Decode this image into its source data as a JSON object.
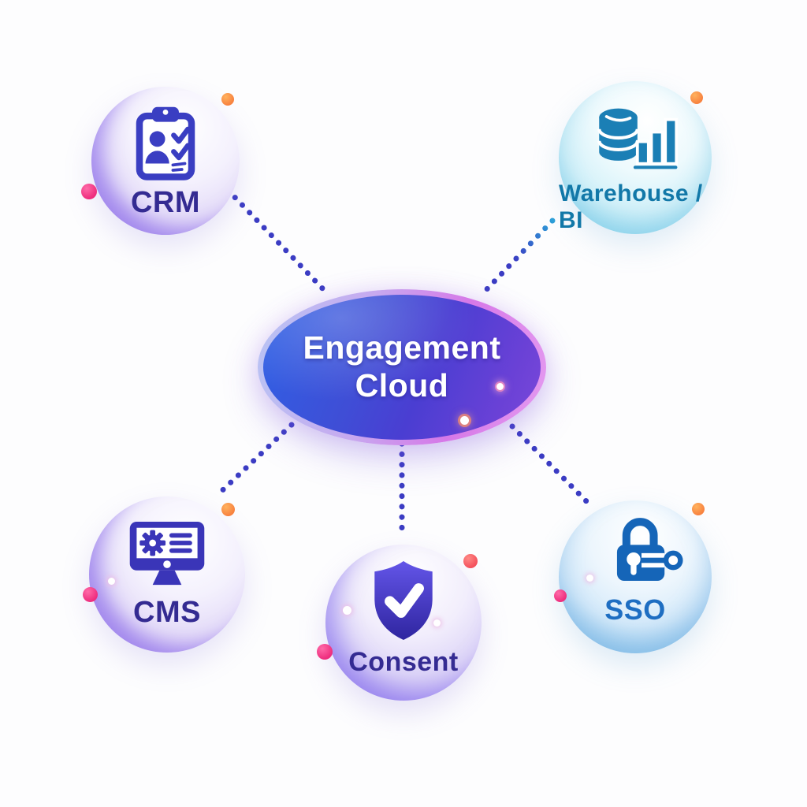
{
  "title": "Engagement Cloud integration diagram",
  "center": {
    "id": "engagement-cloud",
    "line1": "Engagement",
    "line2": "Cloud"
  },
  "nodes": [
    {
      "id": "crm",
      "label": "CRM",
      "icon": "clipboard-contact-checklist-icon"
    },
    {
      "id": "warehouse-bi",
      "label": "Warehouse / BI",
      "icon": "database-bar-chart-icon"
    },
    {
      "id": "cms",
      "label": "CMS",
      "icon": "monitor-gear-icon"
    },
    {
      "id": "consent",
      "label": "Consent",
      "icon": "shield-check-icon"
    },
    {
      "id": "sso",
      "label": "SSO",
      "icon": "padlock-key-icon"
    }
  ],
  "connections": [
    {
      "from": "crm",
      "to": "engagement-cloud",
      "style": "dotted"
    },
    {
      "from": "warehouse-bi",
      "to": "engagement-cloud",
      "style": "dotted"
    },
    {
      "from": "engagement-cloud",
      "to": "cms",
      "style": "dotted"
    },
    {
      "from": "engagement-cloud",
      "to": "consent",
      "style": "dotted"
    },
    {
      "from": "engagement-cloud",
      "to": "sso",
      "style": "dotted"
    }
  ],
  "colors": {
    "ellipse_blue": "#2E62E6",
    "ellipse_indigo": "#4A3ED2",
    "ellipse_purple": "#7C49DA",
    "connector": "#3B3CC3",
    "connector_light_blue": "#2D9FD8",
    "indigo_icon": "#3A3EC2",
    "indigo_icon2": "#3A35B8",
    "indigo_label": "#342B92",
    "teal_icon": "#1B7FB5",
    "teal_label": "#1278A8",
    "blue_icon": "#1565B8",
    "blue_label": "#1E6EC2",
    "dot_orange": "#F8823F",
    "dot_pink": "#EE2D7D",
    "dot_red": "#F4515C"
  }
}
